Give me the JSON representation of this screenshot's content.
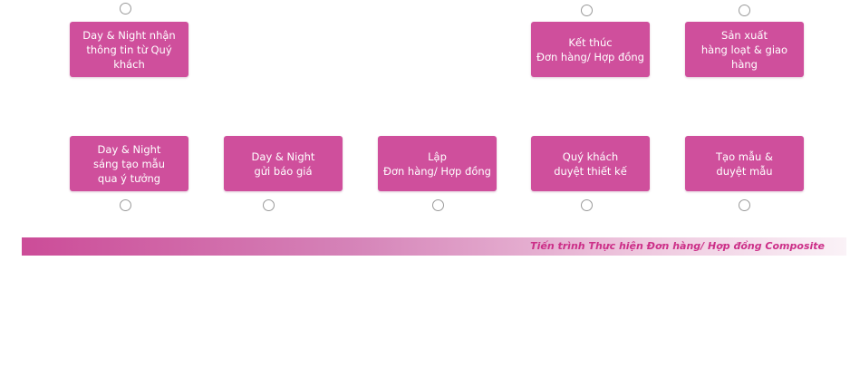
{
  "steps": {
    "receive_info": "Day & Night nhận\nthông tin từ Quý khách",
    "creative_ideas": "Day & Night\nsáng tạo mẫu\nqua ý tưởng",
    "send_quote": "Day & Night\ngửi báo giá",
    "create_order": "Lập\nĐơn hàng/ Hợp đồng",
    "approve_design": "Quý khách\nduyệt thiết kế",
    "sample_approval": "Tạo mẫu &\nduyệt mẫu",
    "mass_production": "Sản xuất\nhàng loạt & giao hàng",
    "close_order": "Kết thúc\nĐơn hàng/ Hợp đồng"
  },
  "caption": "Tiến trình Thực hiện Đơn hàng/ Hợp đồng Composite",
  "colors": {
    "step_fill": "#cf4f9c",
    "caption_text": "#cc2f88",
    "bar_start": "#cc4c98",
    "bar_end": "#faf2f7"
  }
}
